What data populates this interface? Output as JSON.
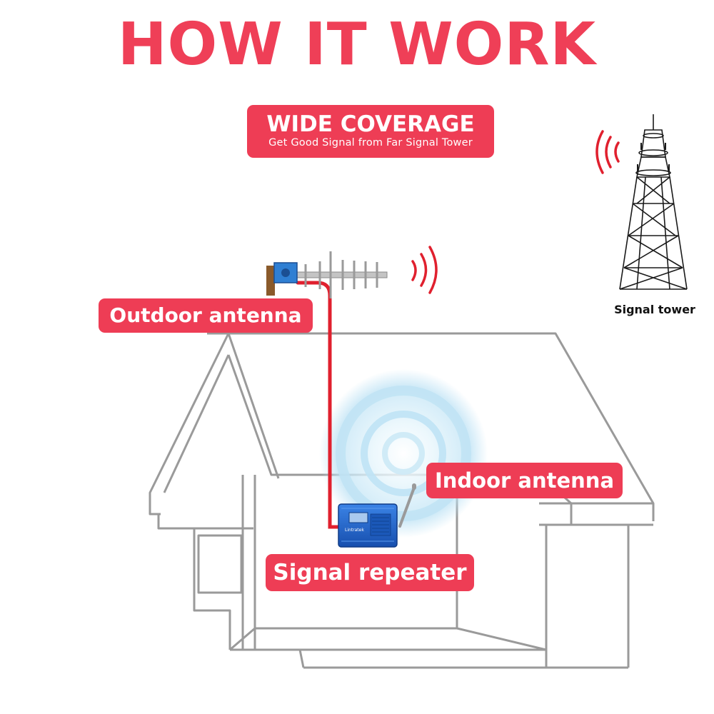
{
  "header": {
    "title": "HOW IT WORK"
  },
  "badge": {
    "title": "WIDE COVERAGE",
    "subtitle": "Get Good Signal from Far Signal Tower"
  },
  "labels": {
    "outdoor_antenna": "Outdoor antenna",
    "indoor_antenna": "Indoor antenna",
    "signal_repeater": "Signal repeater",
    "signal_tower": "Signal tower"
  },
  "device": {
    "brand": "Lintratek"
  },
  "colors": {
    "accent": "#ee3d55",
    "house_line": "#9a9a9a",
    "cable": "#e0202e",
    "repeater_blue": "#1f5fc4",
    "coverage_glow": "#bfe3f5"
  },
  "icons": {
    "tower": "signal-tower-icon",
    "tower_waves": "signal-waves-icon",
    "antenna_waves": "signal-waves-icon",
    "outdoor_antenna": "yagi-antenna-icon",
    "indoor_antenna": "whip-antenna-icon",
    "repeater": "repeater-device-icon"
  }
}
